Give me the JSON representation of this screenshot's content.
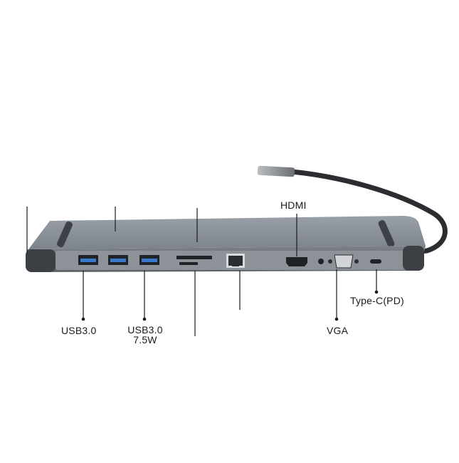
{
  "labels": {
    "hdmi": "HDMI",
    "usb_left": "USB3.0",
    "usb_mid_line1": "USB3.0",
    "usb_mid_line2": "7.5W",
    "vga": "VGA",
    "typec": "Type-C(PD)"
  },
  "colors": {
    "hub_top": "#8a8f96",
    "hub_front": "#6f747b",
    "cable": "#2b2d30",
    "port_blue": "#3a78c9",
    "leader_line": "#1a1a1a"
  },
  "icons": [
    "hdmi-port-icon",
    "vga-port-icon",
    "rj45-port-icon",
    "usb-c-port-icon",
    "sd-card-slot-icon"
  ]
}
